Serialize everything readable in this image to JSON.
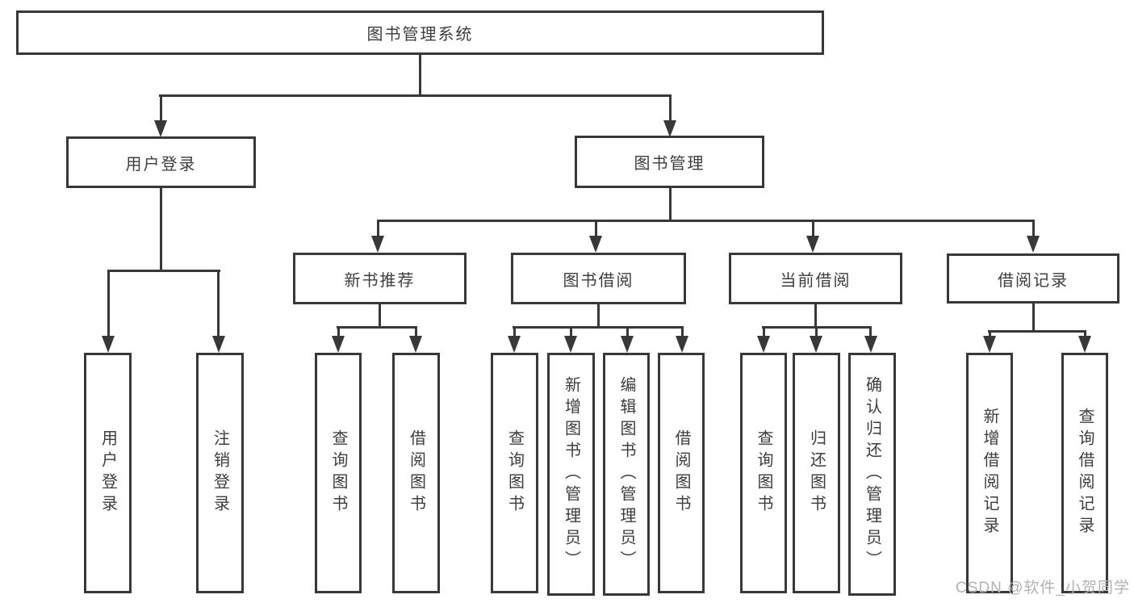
{
  "diagram_title": "图书管理系统",
  "watermark": "CSDN @软件_小贺同学",
  "colors": {
    "line": "#383838",
    "text": "#3d3d3d",
    "background": "#ffffff",
    "watermark": "#b3b3b3"
  },
  "nodes": {
    "root": "图书管理系统",
    "level2": {
      "user_login": "用户登录",
      "book_management": "图书管理"
    },
    "level3": {
      "new_book_recommend": "新书推荐",
      "book_borrowing": "图书借阅",
      "current_borrowing": "当前借阅",
      "borrowing_records": "借阅记录"
    },
    "leaves": {
      "user_login": "用户登录",
      "logout_login": "注销登录",
      "recommend_query_books": "查询图书",
      "recommend_borrow_books": "借阅图书",
      "borrowing_query_books": "查询图书",
      "borrowing_add_books": "新增图书（管理员）",
      "borrowing_edit_books": "编辑图书（管理员）",
      "borrowing_borrow_books": "借阅图书",
      "current_query_books": "查询图书",
      "current_return_books": "归还图书",
      "current_confirm_return": "确认归还（管理员）",
      "records_add_record": "新增借阅记录",
      "records_query_record": "查询借阅记录"
    }
  }
}
